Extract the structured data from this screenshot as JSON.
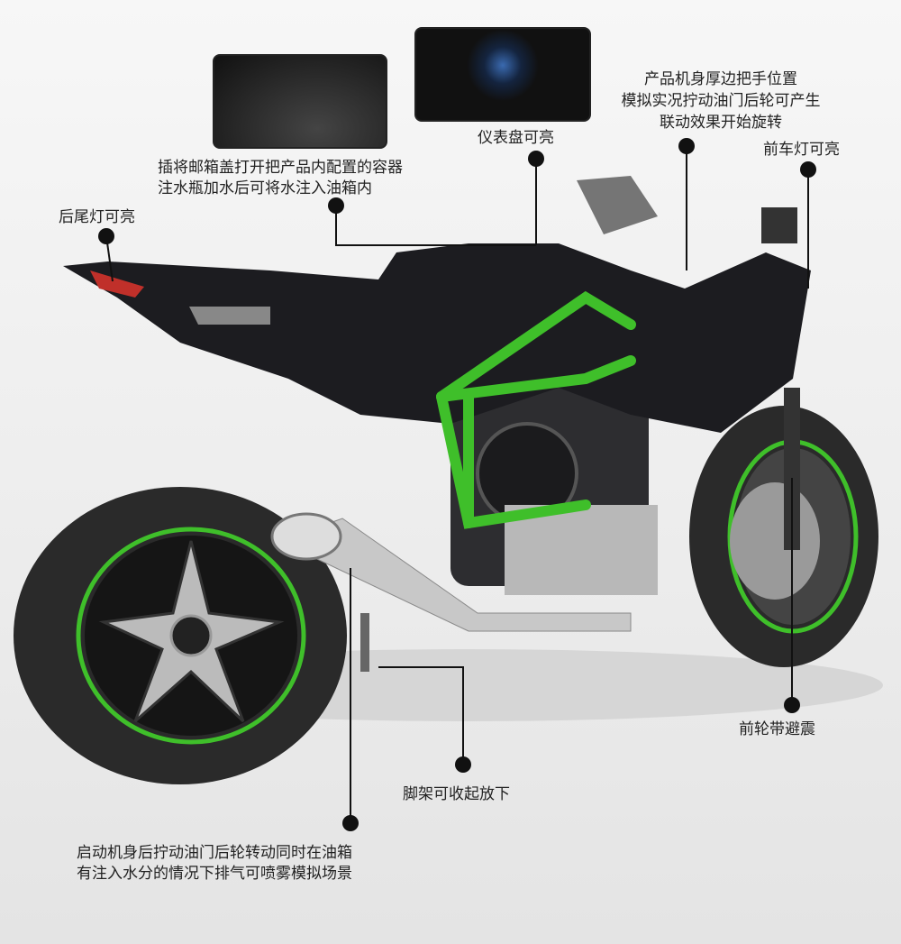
{
  "callouts": {
    "tail_light": "后尾灯可亮",
    "fuel_tank": [
      "插将邮箱盖打开把产品内配置的容器",
      "注水瓶加水后可将水注入油箱内"
    ],
    "dashboard": "仪表盘可亮",
    "throttle": [
      "产品机身厚边把手位置",
      "模拟实况拧动油门后轮可产生",
      "联动效果开始旋转"
    ],
    "headlight": "前车灯可亮",
    "front_suspension": "前轮带避震",
    "kickstand": "脚架可收起放下",
    "exhaust": [
      "启动机身后拧动油门后轮转动同时在油箱",
      "有注入水分的情况下排气可喷雾模拟场景"
    ]
  },
  "colors": {
    "accent_green": "#3fbf2a",
    "body": "#1c1c20"
  }
}
